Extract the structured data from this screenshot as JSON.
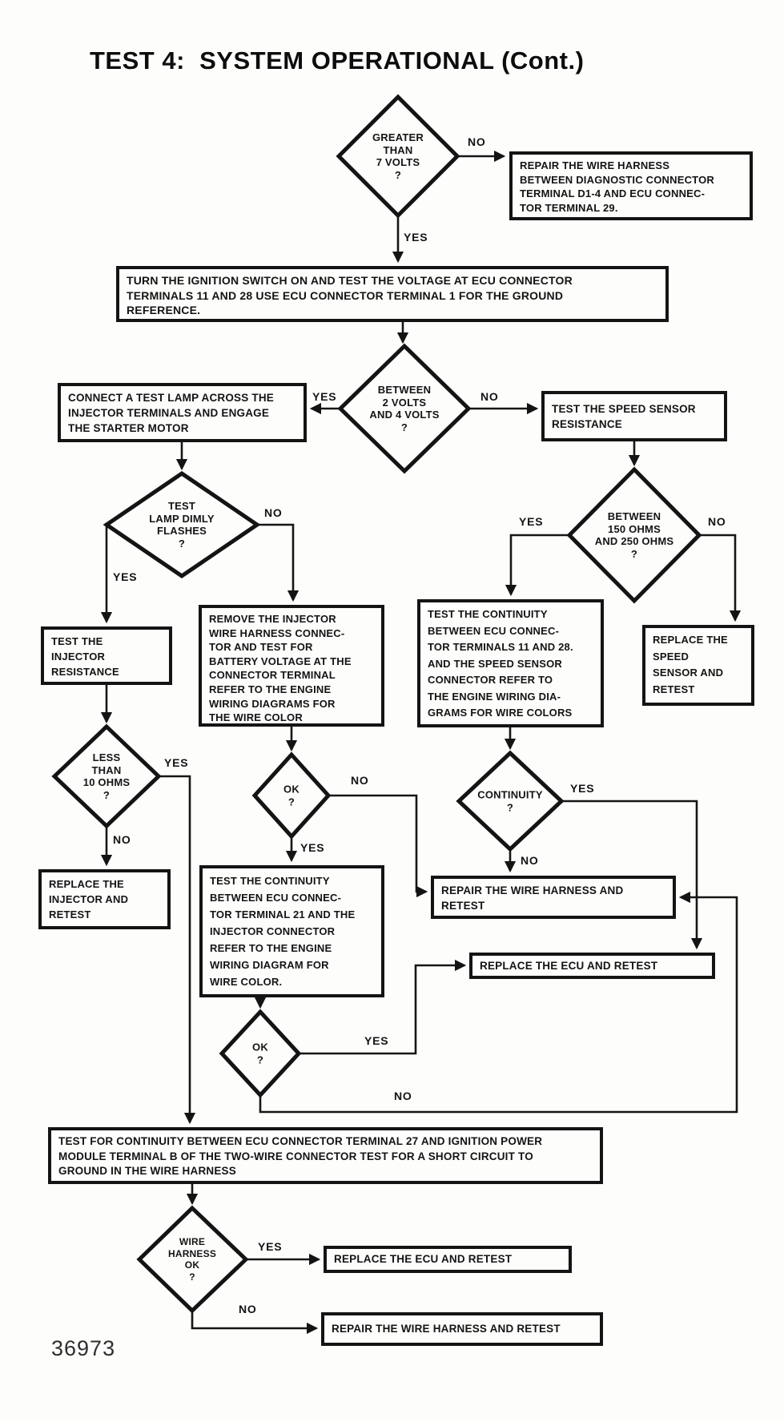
{
  "title": "TEST 4:  SYSTEM OPERATIONAL (Cont.)",
  "figure_number": "36973",
  "edge_labels": {
    "yes": "YES",
    "no": "NO"
  },
  "nodes": {
    "greater_than_7_volts": {
      "type": "decision",
      "text": "GREATER\nTHAN\n7 VOLTS\n?"
    },
    "repair_harness_diagnostic": {
      "type": "process",
      "text": "REPAIR THE WIRE HARNESS\nBETWEEN DIAGNOSTIC CONNECTOR\nTERMINAL D1-4 AND ECU CONNEC-\nTOR TERMINAL 29."
    },
    "turn_ignition_on": {
      "type": "process",
      "text": "TURN THE IGNITION SWITCH ON AND TEST THE VOLTAGE AT ECU CONNECTOR\nTERMINALS 11 AND 28  USE ECU CONNECTOR TERMINAL 1 FOR THE GROUND\nREFERENCE."
    },
    "between_2_and_4_volts": {
      "type": "decision",
      "text": "BETWEEN\n2 VOLTS\nAND 4 VOLTS\n?"
    },
    "connect_test_lamp": {
      "type": "process",
      "text": "CONNECT A TEST LAMP ACROSS THE\nINJECTOR TERMINALS AND ENGAGE\nTHE STARTER MOTOR"
    },
    "test_speed_sensor_resistance": {
      "type": "process",
      "text": "TEST THE SPEED SENSOR\nRESISTANCE"
    },
    "test_lamp_dimly_flashes": {
      "type": "decision",
      "text": "TEST\nLAMP DIMLY\nFLASHES\n?"
    },
    "between_150_250_ohms": {
      "type": "decision",
      "text": "BETWEEN\n150 OHMS\nAND 250 OHMS\n?"
    },
    "test_injector_resistance": {
      "type": "process",
      "text": "TEST THE\nINJECTOR\nRESISTANCE"
    },
    "remove_injector_harness": {
      "type": "process",
      "text": "REMOVE THE INJECTOR\nWIRE HARNESS CONNEC-\nTOR AND TEST FOR\nBATTERY VOLTAGE AT THE\nCONNECTOR TERMINAL\nREFER TO THE ENGINE\nWIRING DIAGRAMS FOR\nTHE WIRE COLOR"
    },
    "test_continuity_11_28": {
      "type": "process",
      "text": "TEST THE CONTINUITY\nBETWEEN ECU CONNEC-\nTOR TERMINALS 11 AND 28.\nAND THE SPEED SENSOR\nCONNECTOR  REFER TO\nTHE ENGINE WIRING DIA-\nGRAMS FOR WIRE COLORS"
    },
    "replace_speed_sensor": {
      "type": "process",
      "text": "REPLACE THE\nSPEED\nSENSOR AND\nRETEST"
    },
    "less_than_10_ohms": {
      "type": "decision",
      "text": "LESS\nTHAN\n10 OHMS\n?"
    },
    "ok_upper": {
      "type": "decision",
      "text": "OK\n?"
    },
    "continuity": {
      "type": "decision",
      "text": "CONTINUITY\n?"
    },
    "replace_injector": {
      "type": "process",
      "text": "REPLACE THE\nINJECTOR AND\nRETEST"
    },
    "test_continuity_21": {
      "type": "process",
      "text": "TEST THE CONTINUITY\nBETWEEN ECU CONNEC-\nTOR TERMINAL 21 AND THE\nINJECTOR CONNECTOR\nREFER TO THE ENGINE\nWIRING DIAGRAM FOR\nWIRE COLOR."
    },
    "repair_harness_retest_mid": {
      "type": "process",
      "text": "REPAIR THE WIRE HARNESS AND\nRETEST"
    },
    "replace_ecu_retest_mid": {
      "type": "process",
      "text": "REPLACE THE ECU AND RETEST"
    },
    "ok_lower": {
      "type": "decision",
      "text": "OK\n?"
    },
    "test_continuity_27": {
      "type": "process",
      "text": "TEST FOR CONTINUITY BETWEEN ECU CONNECTOR TERMINAL 27 AND IGNITION POWER\nMODULE TERMINAL B OF THE TWO-WIRE CONNECTOR  TEST FOR A SHORT CIRCUIT TO\nGROUND IN THE WIRE HARNESS"
    },
    "wire_harness_ok": {
      "type": "decision",
      "text": "WIRE\nHARNESS\nOK\n?"
    },
    "replace_ecu_retest_bottom": {
      "type": "process",
      "text": "REPLACE THE ECU AND RETEST"
    },
    "repair_harness_retest_bottom": {
      "type": "process",
      "text": "REPAIR THE WIRE HARNESS AND RETEST"
    }
  }
}
